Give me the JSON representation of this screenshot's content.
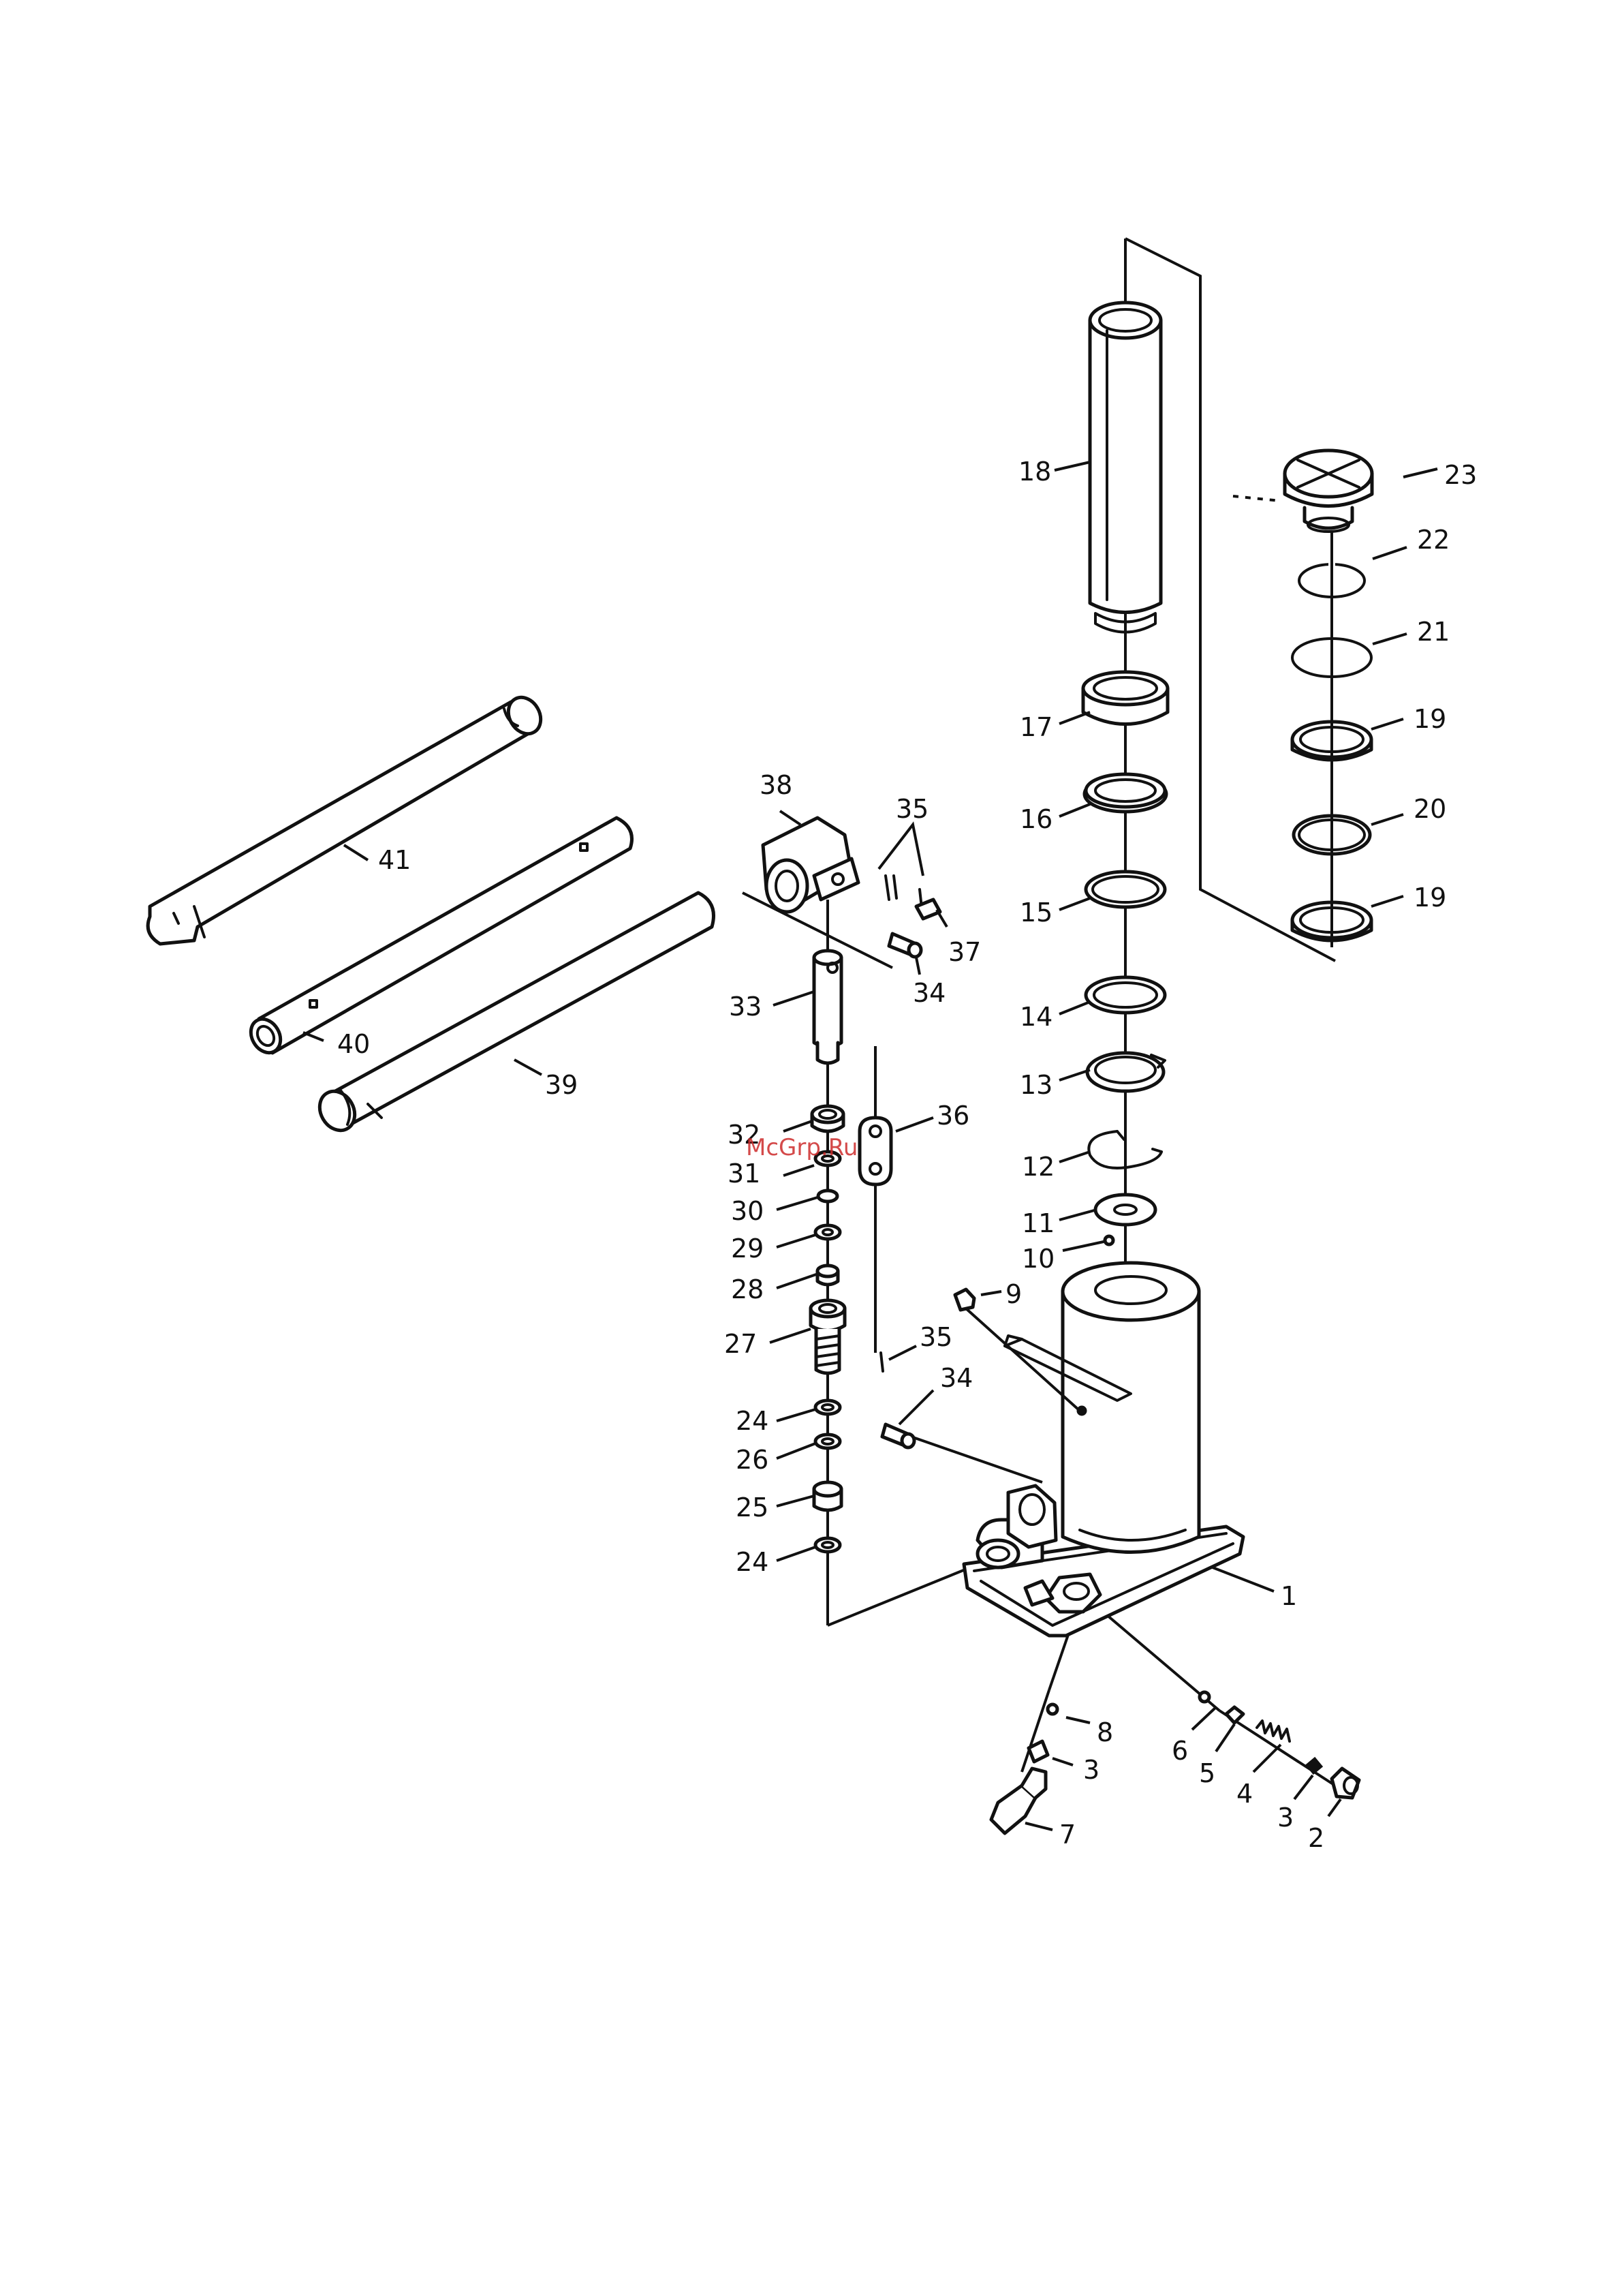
{
  "watermark": "McGrp.Ru",
  "labels": {
    "p1": "1",
    "p2": "2",
    "p3a": "3",
    "p3b": "3",
    "p4": "4",
    "p5": "5",
    "p6": "6",
    "p7": "7",
    "p8": "8",
    "p9": "9",
    "p10": "10",
    "p11": "11",
    "p12": "12",
    "p13": "13",
    "p14": "14",
    "p15": "15",
    "p16": "16",
    "p17": "17",
    "p18": "18",
    "p19a": "19",
    "p19b": "19",
    "p20": "20",
    "p21": "21",
    "p22": "22",
    "p23": "23",
    "p24a": "24",
    "p24b": "24",
    "p25": "25",
    "p26": "26",
    "p27": "27",
    "p28": "28",
    "p29": "29",
    "p30": "30",
    "p31": "31",
    "p32": "32",
    "p33": "33",
    "p34a": "34",
    "p34b": "34",
    "p35a": "35",
    "p35b": "35",
    "p36": "36",
    "p37": "37",
    "p38": "38",
    "p39": "39",
    "p40": "40",
    "p41": "41"
  }
}
